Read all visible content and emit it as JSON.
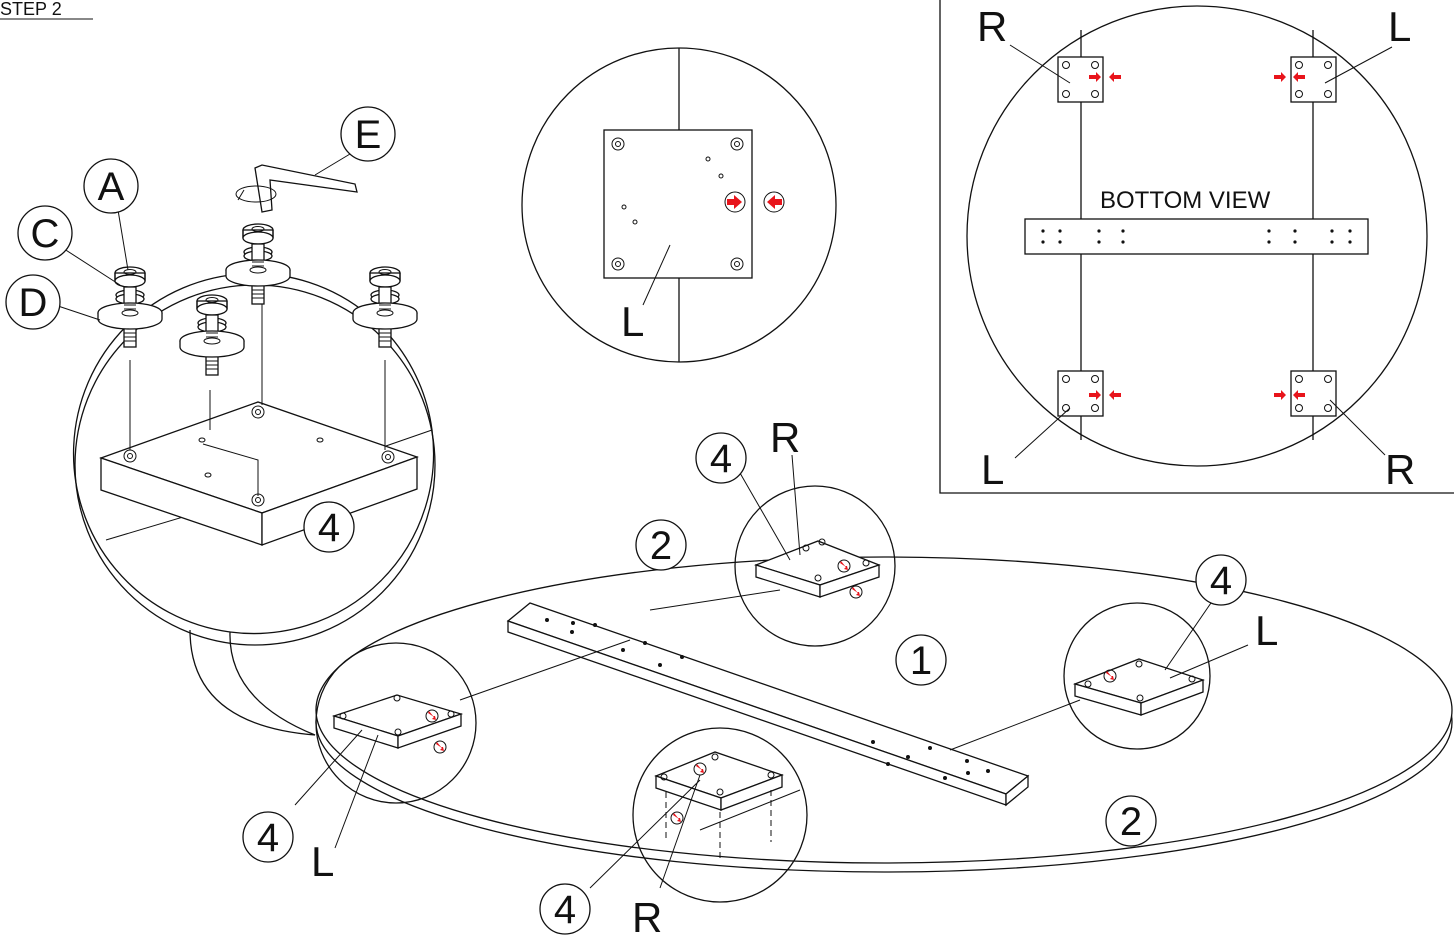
{
  "step_label": "STEP 2",
  "bottom_view": {
    "title": "BOTTOM VIEW",
    "labels": {
      "top_left": "R",
      "top_right": "L",
      "bottom_left": "L",
      "bottom_right": "R"
    }
  },
  "hardware_callouts": {
    "a": "A",
    "c": "C",
    "d": "D",
    "e": "E"
  },
  "part_callouts": {
    "tabletop": "1",
    "apron_right": "2",
    "apron_top": "2",
    "bracket_detail": "4",
    "bracket_top": "4",
    "bracket_right": "4",
    "bracket_left": "4",
    "bracket_front": "4"
  },
  "side_labels": {
    "zoom_L": "L",
    "top_R": "R",
    "right_L": "L",
    "left_L": "L",
    "front_R": "R"
  },
  "colors": {
    "line": "#111111",
    "arrow": "#e8141b",
    "background": "#ffffff"
  }
}
